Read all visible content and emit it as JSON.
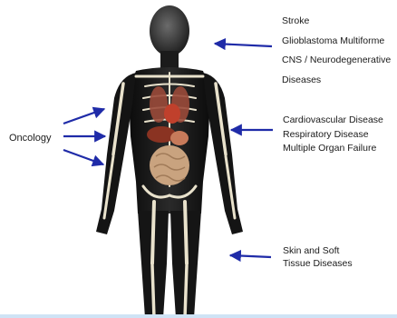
{
  "annotations": {
    "head": [
      "Stroke",
      "Glioblastoma Multiforme",
      "CNS / Neurodegenerative",
      "Diseases"
    ],
    "chest": [
      "Cardiovascular Disease",
      "Respiratory Disease",
      "Multiple Organ Failure"
    ],
    "skin": [
      "Skin and Soft",
      "Tissue Diseases"
    ],
    "oncology": "Oncology"
  },
  "colors": {
    "arrow": "#1f2ba8",
    "skin_body": "#151515",
    "bone": "#e9e2cc",
    "organs": "#b9573e",
    "intestine": "#c9a37f"
  }
}
